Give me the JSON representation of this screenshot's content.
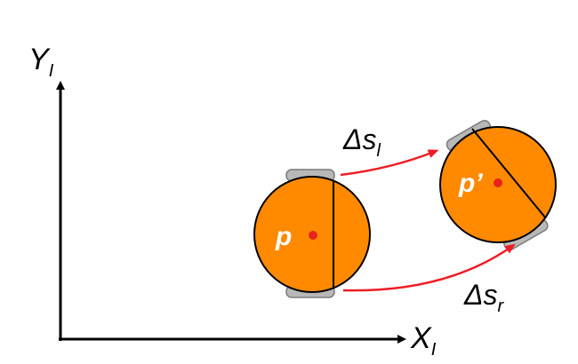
{
  "axes": {
    "y_label": "Y",
    "y_subscript": "I",
    "x_label": "X",
    "x_subscript": "I"
  },
  "robots": [
    {
      "label": "p"
    },
    {
      "label": "p’"
    }
  ],
  "displacements": {
    "left": {
      "label": "Δs",
      "subscript": "l"
    },
    "right": {
      "label": "Δs",
      "subscript": "r"
    }
  },
  "colors": {
    "robot_body": "#FF8A00",
    "wheel": "#B8B8B8",
    "center_dot": "#E8231E",
    "arrow": "#EE1C25",
    "axis": "#000000"
  }
}
